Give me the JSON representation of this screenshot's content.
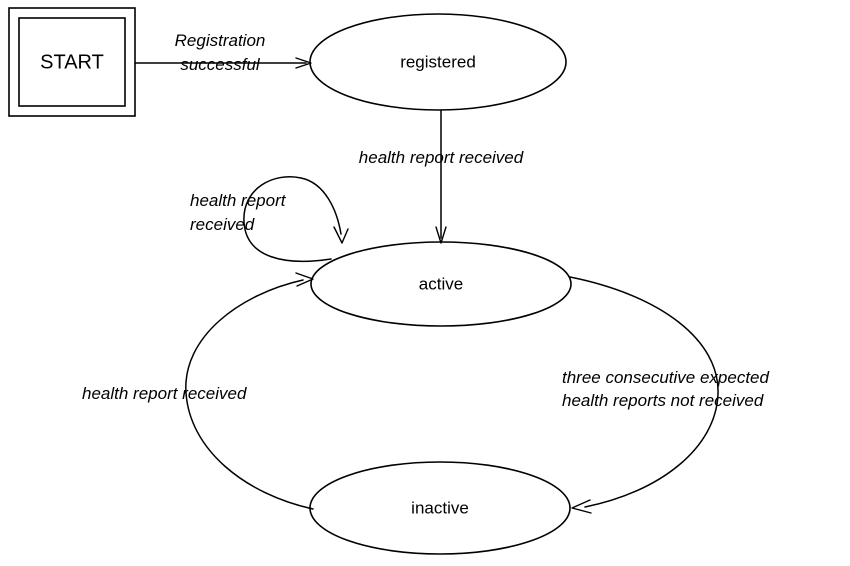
{
  "diagram": {
    "type": "state-machine-diagram",
    "background_color": "#ffffff",
    "stroke_color": "#000000",
    "start_node": {
      "label": "START",
      "shape": "double-rectangle"
    },
    "states": [
      {
        "id": "registered",
        "label": "registered",
        "shape": "ellipse"
      },
      {
        "id": "active",
        "label": "active",
        "shape": "ellipse"
      },
      {
        "id": "inactive",
        "label": "inactive",
        "shape": "ellipse"
      }
    ],
    "transitions": [
      {
        "id": "start-to-registered",
        "from": "START",
        "to": "registered",
        "label_line1": "Registration",
        "label_line2": "successful"
      },
      {
        "id": "registered-to-active",
        "from": "registered",
        "to": "active",
        "label_line1": "health report received",
        "label_line2": ""
      },
      {
        "id": "active-self-loop",
        "from": "active",
        "to": "active",
        "label_line1": "health report",
        "label_line2": "received"
      },
      {
        "id": "active-to-inactive",
        "from": "active",
        "to": "inactive",
        "label_line1": "three consecutive expected",
        "label_line2": "health reports not received"
      },
      {
        "id": "inactive-to-active",
        "from": "inactive",
        "to": "active",
        "label_line1": "health report received",
        "label_line2": ""
      }
    ]
  }
}
